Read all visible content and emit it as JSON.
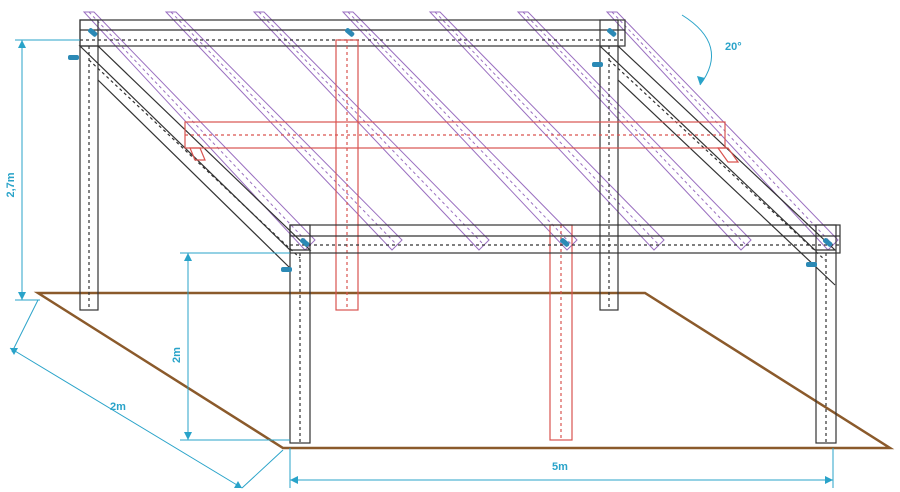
{
  "labels": {
    "height_back": "2,7m",
    "height_front": "2m",
    "depth": "2m",
    "width": "5m",
    "angle": "20°"
  },
  "colors": {
    "frame": "#333333",
    "rafter": "#9a6fc0",
    "brace": "#d9534f",
    "dimension": "#29a3c9",
    "ground": "#8b5a2b",
    "bolt": "#2b89b5"
  }
}
